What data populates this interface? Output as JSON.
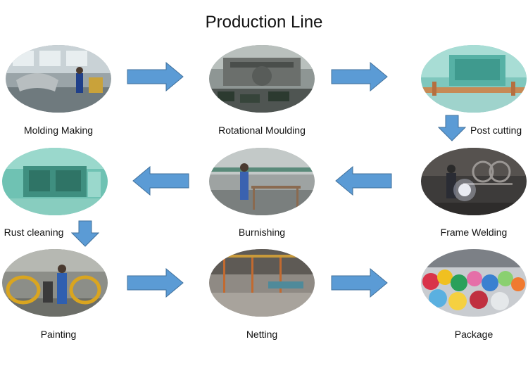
{
  "title": "Production Line",
  "steps": [
    {
      "id": "molding-making",
      "label": "Molding Making"
    },
    {
      "id": "rotational-moulding",
      "label": "Rotational Moulding"
    },
    {
      "id": "post-cutting",
      "label": "Post cutting"
    },
    {
      "id": "frame-welding",
      "label": "Frame Welding"
    },
    {
      "id": "burnishing",
      "label": "Burnishing"
    },
    {
      "id": "rust-cleaning",
      "label": "Rust cleaning"
    },
    {
      "id": "painting",
      "label": "Painting"
    },
    {
      "id": "netting",
      "label": "Netting"
    },
    {
      "id": "package",
      "label": "Package"
    }
  ],
  "colors": {
    "arrow_fill": "#5b9bd5",
    "arrow_stroke": "#41719c",
    "text": "#111111"
  }
}
